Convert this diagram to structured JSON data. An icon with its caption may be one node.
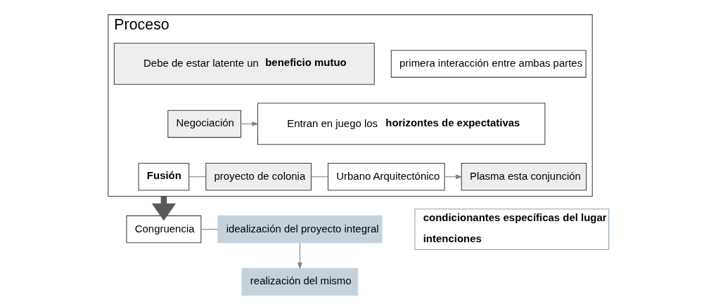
{
  "diagram": {
    "nodes": [
      {
        "text": [
          "Proceso"
        ]
      },
      {
        "text": [
          "primera interacción entre ambas partes"
        ],
        "in": 0
      },
      {
        "text": [
          "Debe de estar latente un **beneficio mutuo**"
        ],
        "in": 0
      },
      {
        "text": [
          "Negociación"
        ],
        "in": 0
      },
      {
        "text": [
          "Entran en juego los **horizontes de expectativas**"
        ],
        "in": 0
      },
      {
        "text": [
          "Fusión"
        ],
        "in": 0
      },
      {
        "text": [
          "proyecto de colonia"
        ],
        "in": 0
      },
      {
        "text": [
          "Urbano Arquitectónico"
        ],
        "in": 0
      },
      {
        "text": [
          "Plasma esta conjunción"
        ],
        "in": 0
      },
      {
        "text": [
          "Congruencia"
        ]
      },
      {
        "text": [
          "idealización del proyecto integral"
        ]
      },
      {
        "text": [
          "realización del mismo"
        ]
      },
      {
        "text": [
          "condicionantes específicas del lugar",
          "intenciones"
        ]
      }
    ],
    "edges": [
      {
        "from": 3,
        "to": 4,
        "arrow": "to"
      },
      {
        "from": 5,
        "to": 6,
        "arrow": "none"
      },
      {
        "from": 6,
        "to": 7,
        "arrow": "none"
      },
      {
        "from": 7,
        "to": 8,
        "arrow": "to"
      },
      {
        "from": 0,
        "to": 9,
        "arrow": "to",
        "style": "thick",
        "color": "#595959"
      },
      {
        "from": 9,
        "to": 10,
        "arrow": "none"
      },
      {
        "from": 10,
        "to": 11,
        "arrow": "to"
      }
    ]
  }
}
